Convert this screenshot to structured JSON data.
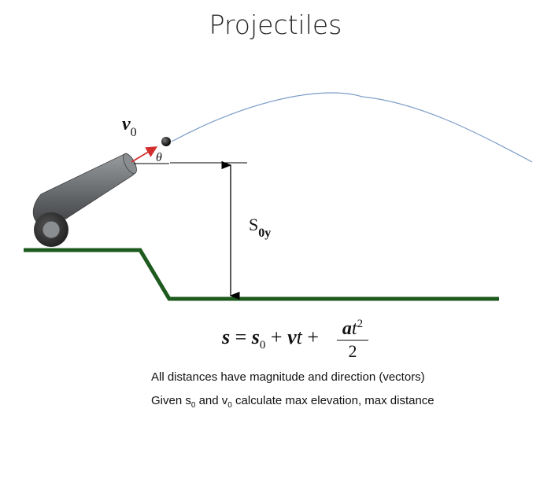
{
  "title": "Projectiles",
  "labels": {
    "v0_base": "v",
    "v0_sub": "0",
    "theta": "θ",
    "s0y_base": "S",
    "s0y_sub": "0y"
  },
  "equation": {
    "s": "s",
    "equals": " = ",
    "s0_base": "s",
    "s0_sub": "0",
    "plus_v": " + ",
    "v": "v",
    "t": "t",
    "plus_frac": " + ",
    "num_a": "a",
    "num_t": "t",
    "num_exp": "2",
    "den": "2"
  },
  "notes": {
    "line1": "All distances have magnitude and direction (vectors)",
    "line2_a": "Given s",
    "line2_sub1": "0",
    "line2_b": " and v",
    "line2_sub2": "0",
    "line2_c": " calculate max elevation, max distance"
  },
  "colors": {
    "ground": "#1e5a1e",
    "trajectory": "#7a9cc6",
    "velocity_arrow": "#d32f2f",
    "cannon": "#6c6f72"
  }
}
